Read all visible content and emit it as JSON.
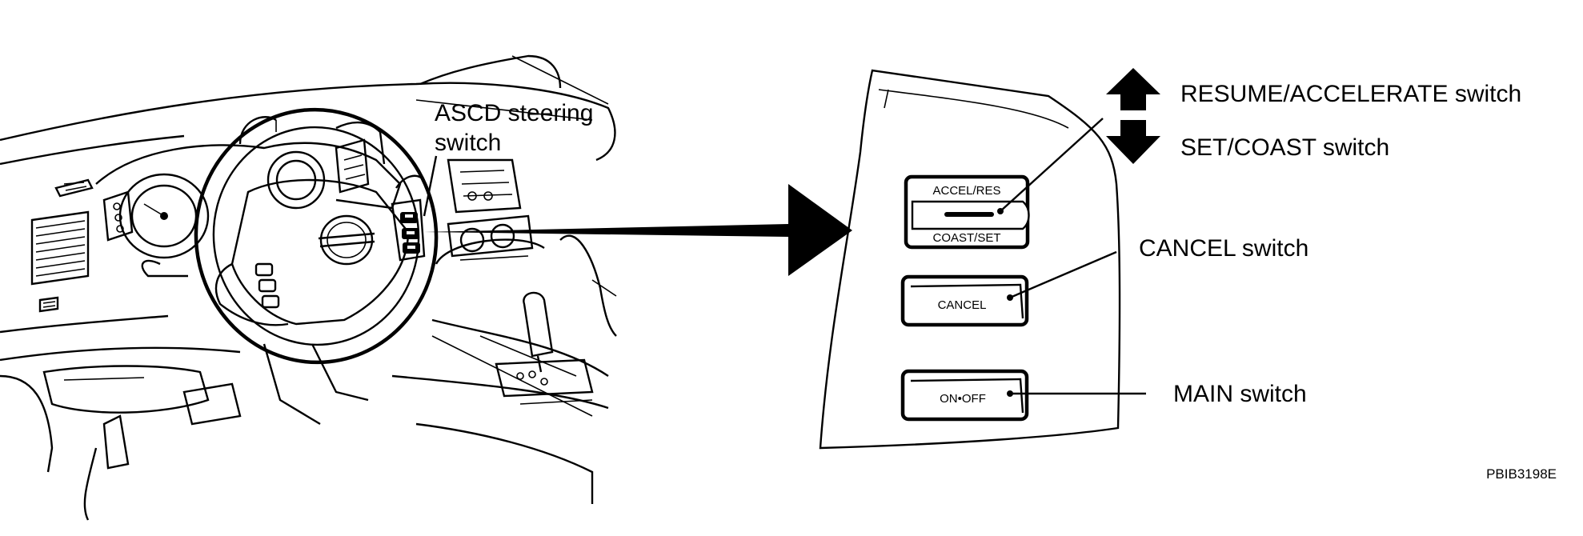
{
  "cockpit": {
    "label_line1": "ASCD steering",
    "label_line2": "switch"
  },
  "panel": {
    "buttons": {
      "accel_res": "ACCEL/RES",
      "coast_set": "COAST/SET",
      "cancel": "CANCEL",
      "main": "ON•OFF"
    },
    "callouts": {
      "resume_accelerate": "RESUME/ACCELERATE switch",
      "set_coast": "SET/COAST switch",
      "cancel": "CANCEL switch",
      "main": "MAIN switch"
    }
  },
  "figure_code": "PBIB3198E"
}
